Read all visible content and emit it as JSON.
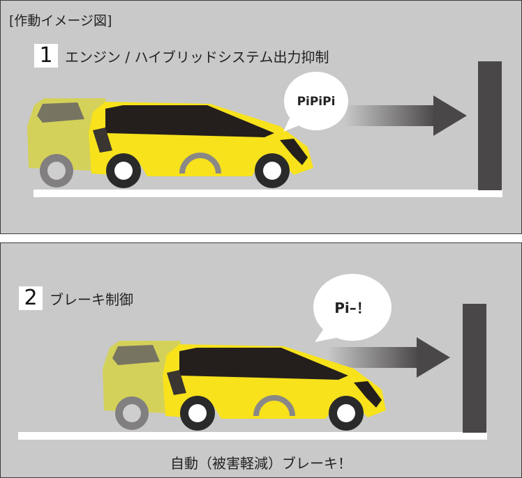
{
  "header": {
    "title": "[作動イメージ図]"
  },
  "step1": {
    "number": "1",
    "label": "エンジン / ハイブリッドシステム出力抑制",
    "bubble": "PiPiPi"
  },
  "step2": {
    "number": "2",
    "label": "ブレーキ制御",
    "bubble": "Pi–！"
  },
  "caption": {
    "text": "自動（被害軽減）ブレーキ！"
  },
  "colors": {
    "panel": "#c9c9c9",
    "car": "#f7e21c",
    "ghost_car": "#d9d44a",
    "wall": "#4a4748",
    "arrow": "#4a4748",
    "ground": "#ffffff"
  },
  "icons": {
    "car": "minivan-icon",
    "obstacle": "wall-icon",
    "motion": "arrow-right-icon",
    "speech": "speech-bubble-icon"
  }
}
